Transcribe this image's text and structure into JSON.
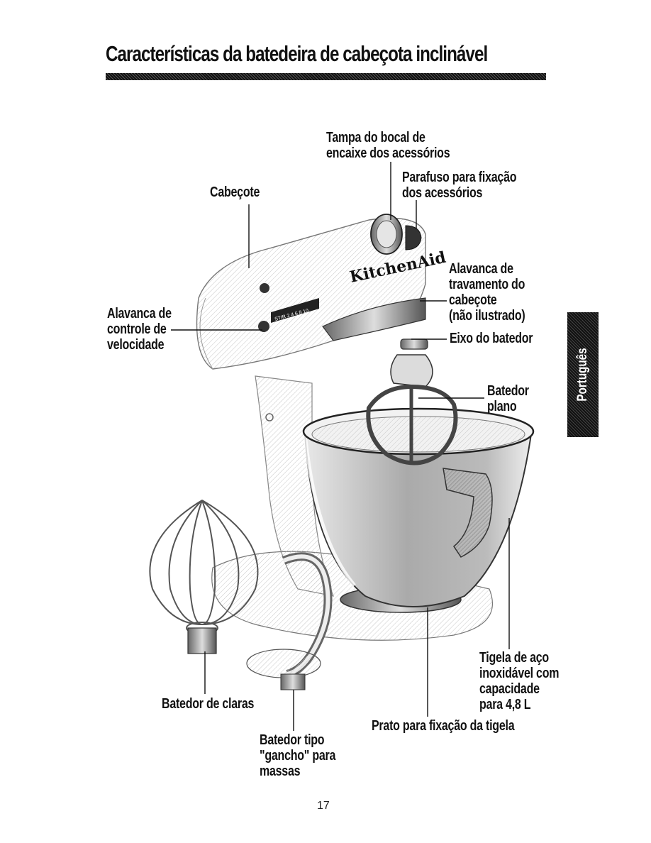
{
  "page": {
    "title": "Características da batedeira de cabeçota inclinável",
    "page_number": "17",
    "side_tab": "Português"
  },
  "labels": {
    "tampa": [
      "Tampa do bocal de",
      "encaixe dos acessórios"
    ],
    "parafuso": [
      "Parafuso para fixação",
      "dos acessórios"
    ],
    "cabecote": [
      "Cabeçote"
    ],
    "alavanca_trav": [
      "Alavanca de",
      "travamento do",
      "cabeçote",
      "(não ilustrado)"
    ],
    "alavanca_vel": [
      "Alavanca de",
      "controle de",
      "velocidade"
    ],
    "eixo": [
      "Eixo do batedor"
    ],
    "batedor_plano": [
      "Batedor",
      "plano"
    ],
    "tigela": [
      "Tigela de aço",
      "inoxidável com",
      "capacidade",
      "para 4,8 L"
    ],
    "batedor_claras": [
      "Batedor de claras"
    ],
    "prato": [
      "Prato para fixação da tigela"
    ],
    "gancho": [
      "Batedor tipo",
      "\"gancho\" para",
      "massas"
    ]
  },
  "illustration": {
    "brand_text": "KitchenAid",
    "speed_dial": "STIR 2 4 6 8 10"
  }
}
